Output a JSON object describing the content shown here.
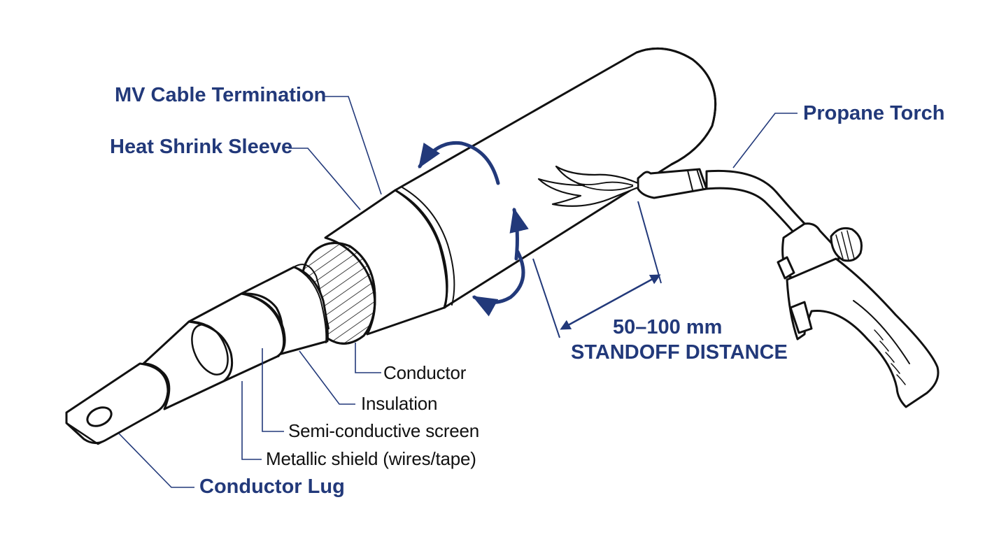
{
  "colors": {
    "label": "#22397a",
    "leader": "#22397a",
    "outline": "#111111",
    "arrow": "#22397a",
    "background": "#ffffff"
  },
  "labels": {
    "mv_cable_termination": "MV Cable Termination",
    "heat_shrink_sleeve": "Heat Shrink Sleeve",
    "propane_torch": "Propane Torch",
    "standoff_value": "50–100 mm",
    "standoff_text": "STANDOFF DISTANCE",
    "conductor": "Conductor",
    "insulation": "Insulation",
    "semi_conductive_screen": "Semi-conductive screen",
    "metallic_shield": "Metallic shield (wires/tape)",
    "conductor_lug": "Conductor Lug"
  },
  "icons": [
    "rotation-arrow-icon",
    "flame-icon",
    "dimension-arrow-icon"
  ]
}
